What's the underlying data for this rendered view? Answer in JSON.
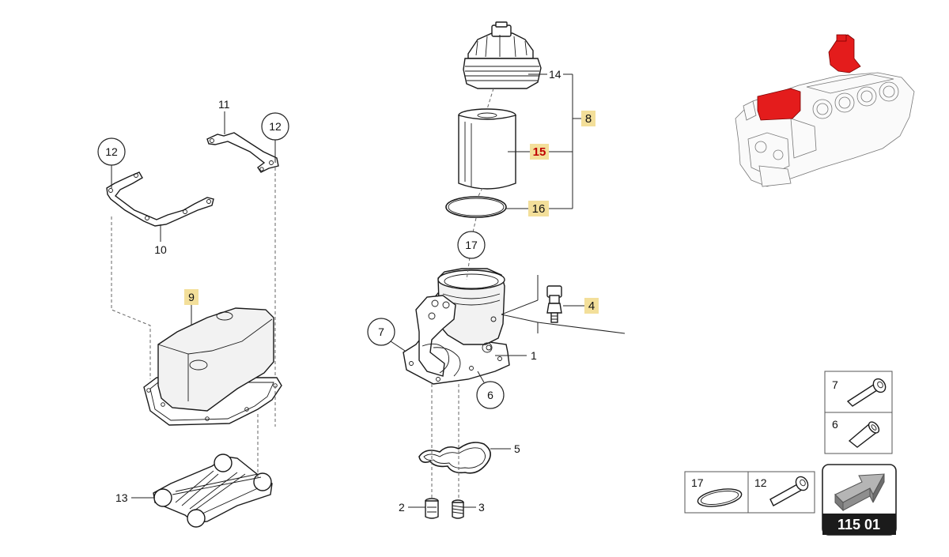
{
  "callouts": {
    "c1": "1",
    "c2": "2",
    "c3": "3",
    "c4": "4",
    "c5": "5",
    "c6": "6",
    "c7": "7",
    "c8": "8",
    "c9": "9",
    "c10": "10",
    "c11": "11",
    "c12a": "12",
    "c12b": "12",
    "c13": "13",
    "c14": "14",
    "c15": "15",
    "c16": "16",
    "c17": "17"
  },
  "legend": {
    "item7": "7",
    "item6": "6",
    "item17": "17",
    "item12": "12"
  },
  "page_code": "115 01",
  "colors": {
    "highlight": "#f3df9a",
    "critical": "#e41c1c",
    "critical_text": "#c00000"
  }
}
